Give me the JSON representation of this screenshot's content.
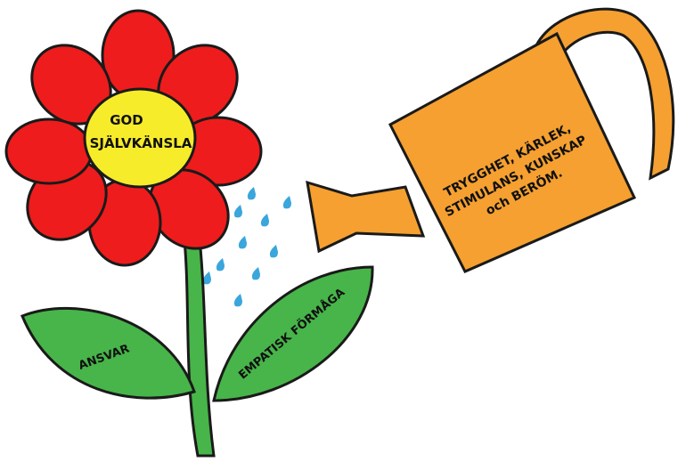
{
  "flower": {
    "center_line1": "GOD",
    "center_line2": "SJÄLVKÄNSLA",
    "left_leaf": "ANSVAR",
    "right_leaf": "EMPATISK FÖRMÅGA"
  },
  "watering_can": {
    "line1": "TRYGGHET, KÄRLEK,",
    "line2": "STIMULANS, KUNSKAP",
    "line3": "och BERÖM."
  },
  "colors": {
    "petal": "#ee1c1c",
    "center": "#f7ec2a",
    "leaf": "#47b549",
    "can": "#f5a030",
    "water": "#3aa6dc",
    "outline": "#1a1a1a"
  }
}
